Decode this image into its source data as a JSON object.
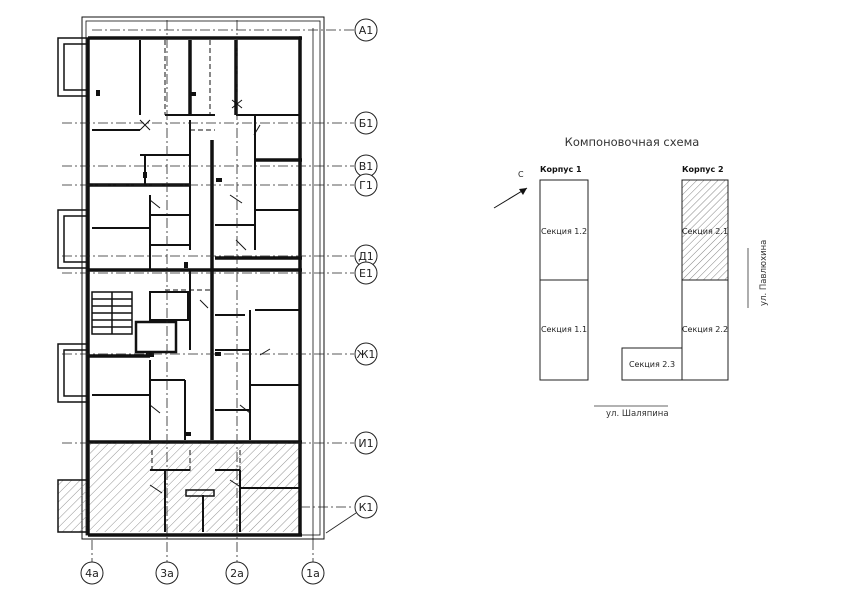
{
  "plan": {
    "row_axes": [
      "А1",
      "Б1",
      "В1",
      "Г1",
      "Д1",
      "Е1",
      "Ж1",
      "И1",
      "К1"
    ],
    "col_axes": [
      "4а",
      "3а",
      "2а",
      "1а"
    ]
  },
  "scheme": {
    "title": "Компоновочная схема",
    "north": "С",
    "corp1": {
      "label": "Корпус 1",
      "sections": [
        "Секция 1.2",
        "Секция 1.1"
      ]
    },
    "corp2": {
      "label": "Корпус 2",
      "sections": [
        "Секция 2.1",
        "Секция 2.2",
        "Секция 2.3"
      ]
    },
    "street_bottom": "ул. Шаляпина",
    "street_right": "ул. Павлюхина"
  }
}
